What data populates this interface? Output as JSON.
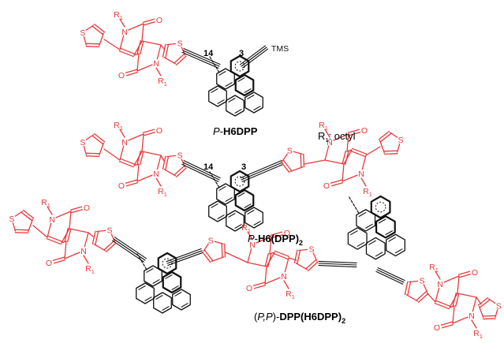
{
  "colors": {
    "dpp": "#e8393b",
    "core": "#111111"
  },
  "atoms": {
    "o": "O",
    "n": "N",
    "s": "S",
    "r": "R",
    "r_sub": "1",
    "tms": "TMS"
  },
  "legend": {
    "r1": "R",
    "r1_sub": "1",
    "r1_text": ": octyl"
  },
  "compounds": {
    "c1": {
      "prefix": "P",
      "dash": "-",
      "name": "H6DPP",
      "positions": [
        "14",
        "3"
      ]
    },
    "c2": {
      "prefix": "P",
      "dash": "-",
      "name": "H6(DPP)",
      "sub": "2",
      "positions": [
        "14",
        "3"
      ]
    },
    "c3": {
      "paren_open": "(",
      "prefix": "P,P",
      "paren_close": ")",
      "dash": "-",
      "name": "DPP(H6DPP)",
      "sub": "2"
    }
  }
}
